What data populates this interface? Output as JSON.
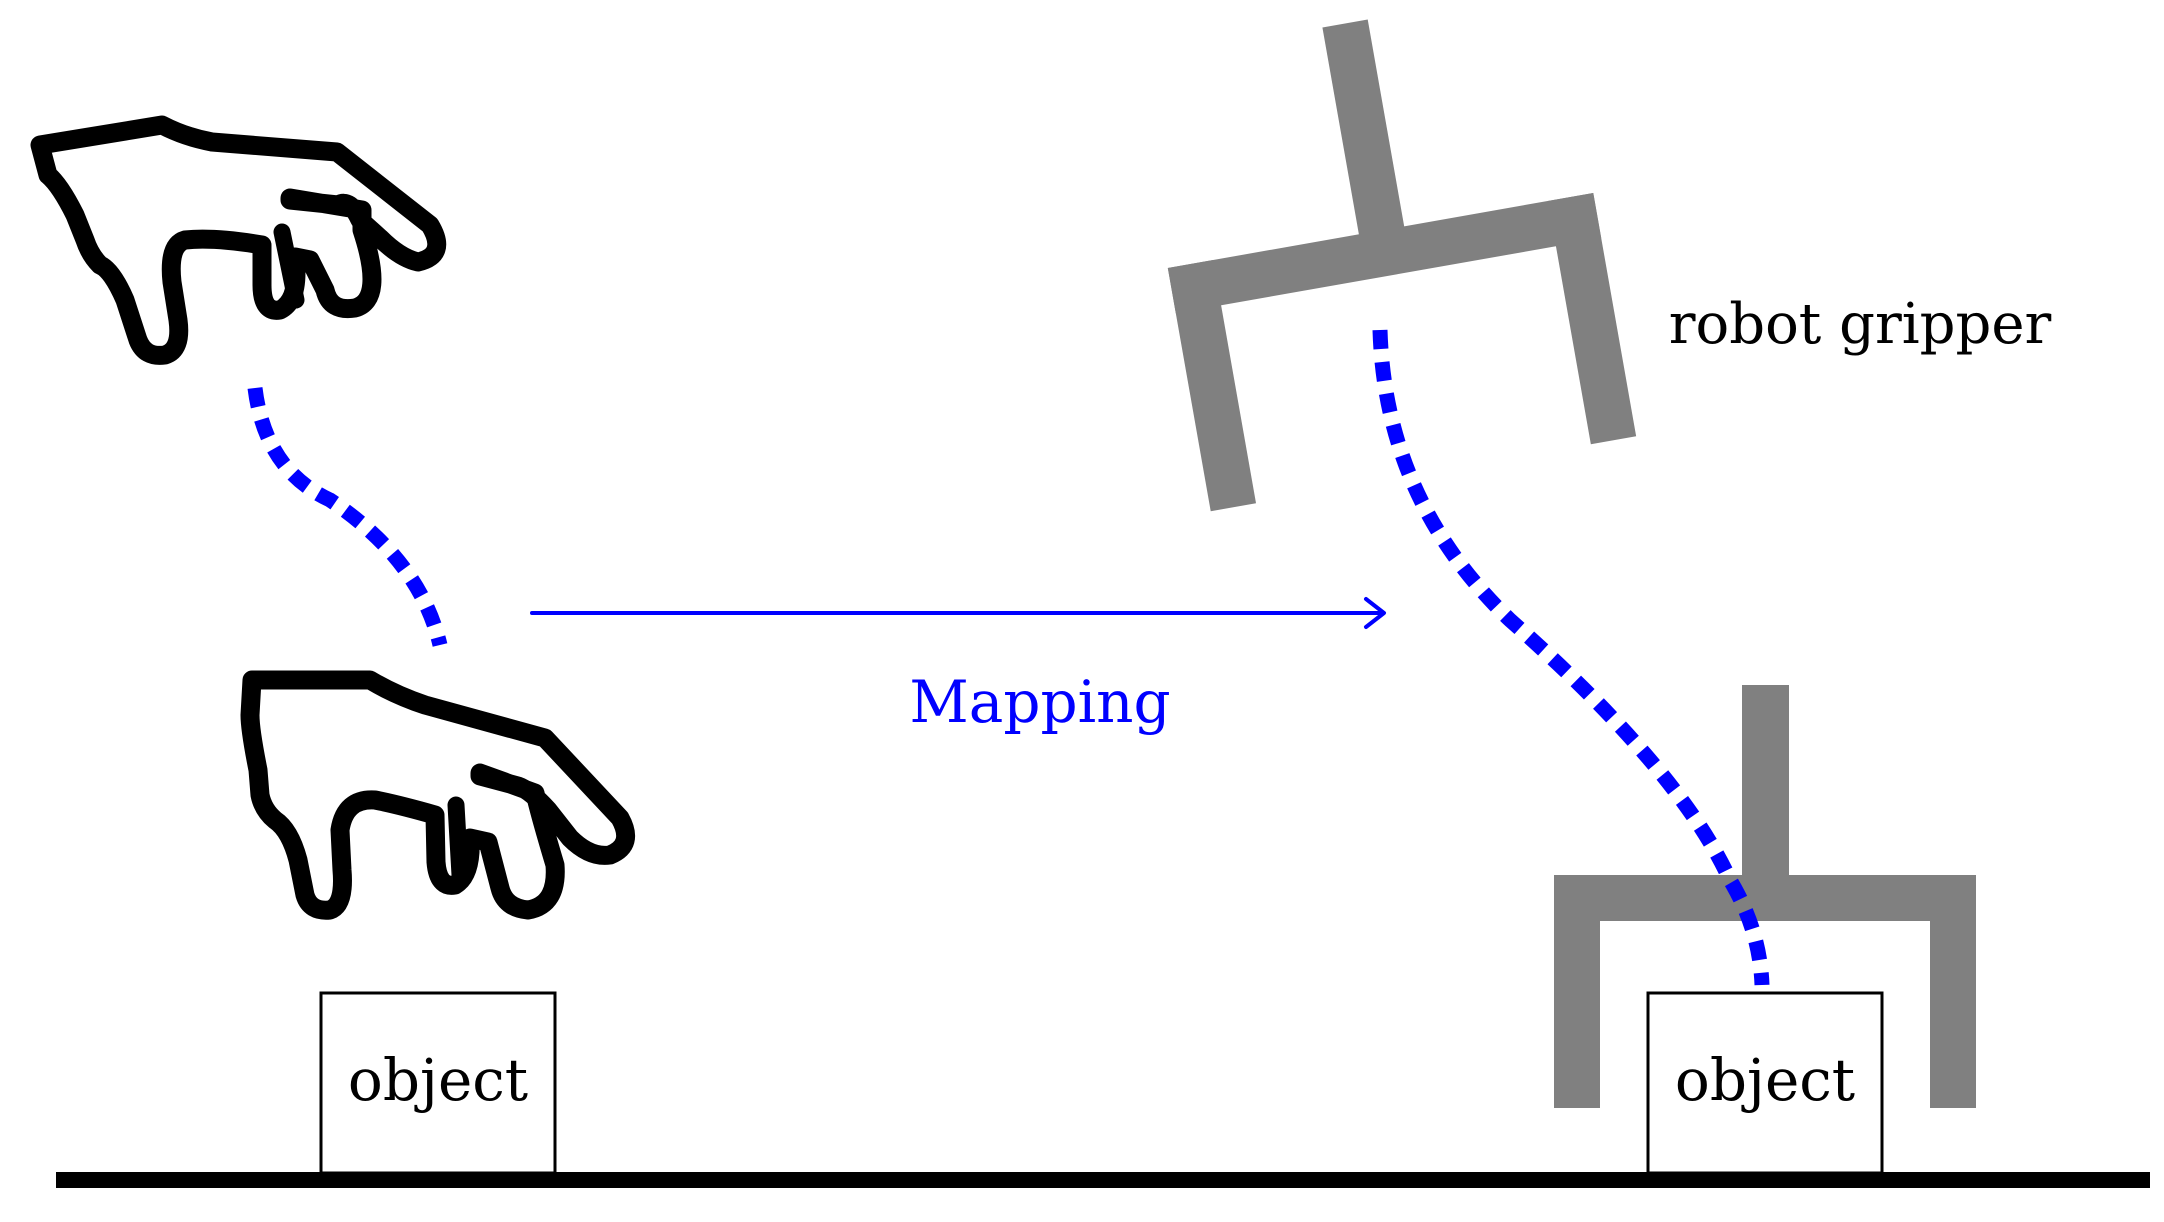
{
  "labels": {
    "object_left": "object",
    "object_right": "object",
    "mapping": "Mapping",
    "gripper": "robot gripper"
  },
  "colors": {
    "stroke": "#000000",
    "gripper": "#808080",
    "accent": "#0000ff",
    "background": "#ffffff"
  },
  "icons": {
    "hand_start": "hand-icon",
    "hand_end": "hand-icon",
    "gripper_start": "robot-gripper-icon",
    "gripper_end": "robot-gripper-icon"
  }
}
